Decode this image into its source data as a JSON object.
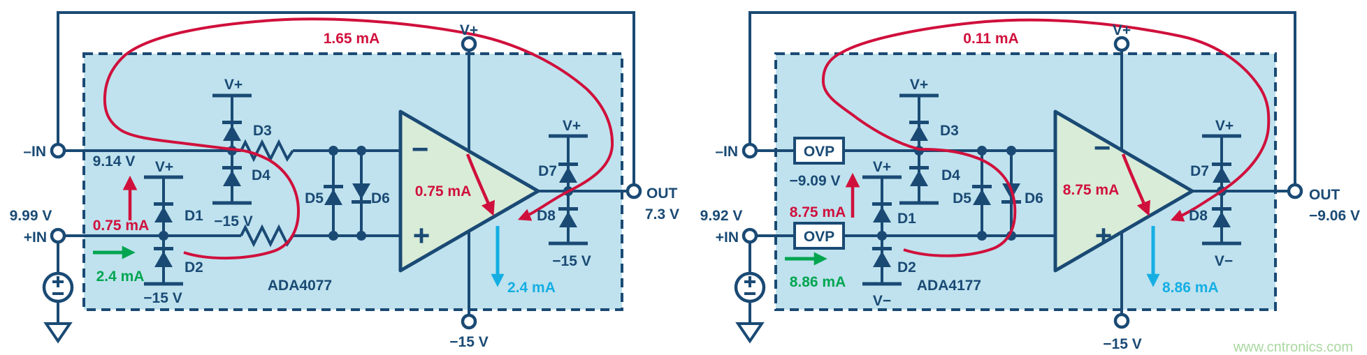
{
  "page": {
    "watermark": "www.cntronics.com"
  },
  "colors": {
    "navy": "#1a4a74",
    "box_fill": "#bfe2ee",
    "opamp_fill": "#d9ecd8",
    "red": "#d0103c",
    "green": "#00a550",
    "cyan": "#15aee3",
    "watermark_green": "#a9d8a0"
  },
  "left": {
    "chip": "ADA4077",
    "loop_current": "1.65 mA",
    "supply_top": "V+",
    "supply_bottom": "−15 V",
    "neg_input_label": "–IN",
    "neg_input_voltage": "9.14 V",
    "pos_input_label": "+IN",
    "pos_input_voltage": "9.99 V",
    "clamp_current": "0.75 mA",
    "input_current": "2.4 mA",
    "amp_current": "0.75 mA",
    "tail_current": "2.4 mA",
    "output_label": "OUT",
    "output_voltage": "7.3 V",
    "opamp_minus": "−",
    "opamp_plus": "+",
    "diodes": {
      "d1": "D1",
      "d2": "D2",
      "d3": "D3",
      "d4": "D4",
      "d5": "D5",
      "d6": "D6",
      "d7": "D7",
      "d8": "D8"
    },
    "rails": {
      "d12_top": "V+",
      "d12_bottom": "−15 V",
      "d34_top": "V+",
      "d34_bottom": "−15 V",
      "d78_top": "V+",
      "d78_bottom": "−15 V"
    }
  },
  "right": {
    "chip": "ADA4177",
    "loop_current": "0.11 mA",
    "supply_top": "V+",
    "supply_bottom": "−15 V",
    "neg_input_label": "–IN",
    "neg_input_voltage": "−9.09 V",
    "pos_input_label": "+IN",
    "pos_input_voltage": "9.92 V",
    "clamp_current": "8.75 mA",
    "input_current": "8.86 mA",
    "amp_current": "8.75 mA",
    "tail_current": "8.86 mA",
    "output_label": "OUT",
    "output_voltage": "−9.06 V",
    "ovp_label": "OVP",
    "opamp_minus": "−",
    "opamp_plus": "+",
    "diodes": {
      "d1": "D1",
      "d2": "D2",
      "d3": "D3",
      "d4": "D4",
      "d5": "D5",
      "d6": "D6",
      "d7": "D7",
      "d8": "D8"
    },
    "rails": {
      "d12_top": "V+",
      "d12_bottom": "V−",
      "d34_top": "V+",
      "d78_top": "V+",
      "d78_bottom": "V−"
    }
  }
}
